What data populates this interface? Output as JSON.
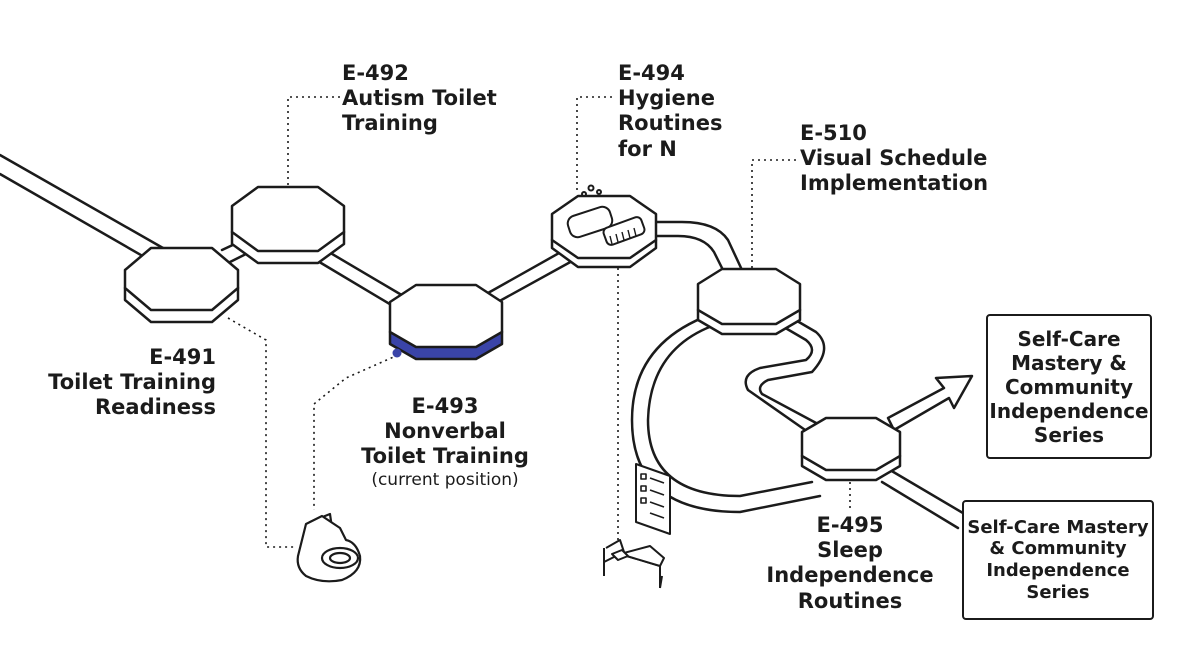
{
  "nodes": [
    {
      "id": "E-491",
      "code": "E-491",
      "title": "Toilet Training\nReadiness",
      "state": "completed"
    },
    {
      "id": "E-492",
      "code": "E-492",
      "title": "Autism Toilet\nTraining",
      "state": "completed"
    },
    {
      "id": "E-493",
      "code": "E-493",
      "title": "Nonverbal\nToilet Training",
      "note": "(current position)",
      "state": "current"
    },
    {
      "id": "E-494",
      "code": "E-494",
      "title": "Hygiene\nRoutines\nfor N",
      "state": "upcoming"
    },
    {
      "id": "E-510",
      "code": "E-510",
      "title": "Visual Schedule\nImplementation",
      "state": "upcoming"
    },
    {
      "id": "E-495",
      "code": "E-495",
      "title": "Sleep\nIndependence\nRoutines",
      "state": "upcoming"
    }
  ],
  "destinations": [
    {
      "title": "Self-Care\nMastery &\nCommunity\nIndependence\nSeries"
    },
    {
      "title": "Self-Care Mastery\n& Community\nIndependence\nSeries"
    }
  ],
  "icons": [
    "toilet-icon",
    "soap-brush-icon",
    "bed-icon",
    "checklist-icon",
    "arrow-icon"
  ],
  "colors": {
    "ink": "#1b1b1b",
    "current": "#3a44a8",
    "bg": "#ffffff"
  }
}
